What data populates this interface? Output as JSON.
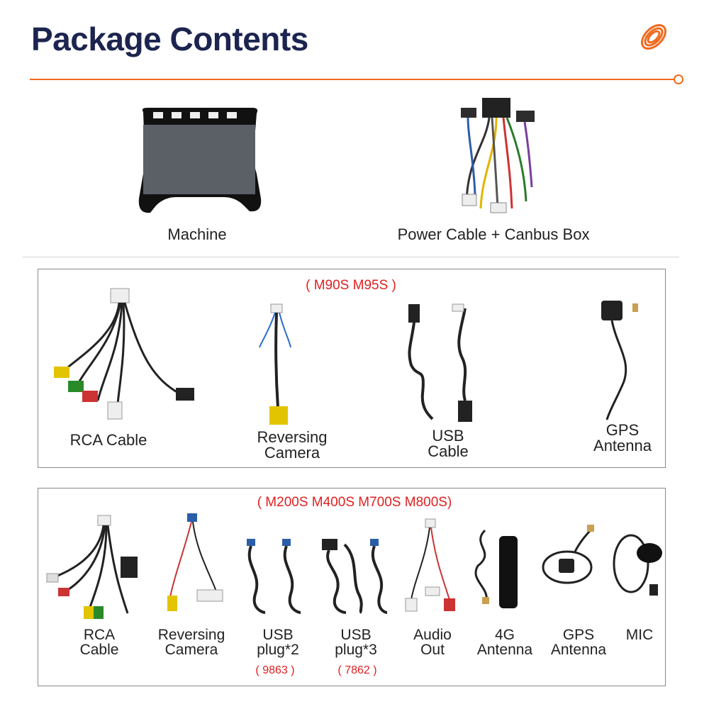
{
  "header": {
    "title": "Package Contents",
    "accent_color": "#f06a1e",
    "title_color": "#1c2450",
    "logo_icon": "orange-spiral-logo-icon"
  },
  "top_items": [
    {
      "label": "Machine",
      "icon": "car-radio-head-unit-image"
    },
    {
      "label": "Power Cable + Canbus Box",
      "icon": "wiring-harness-canbus-image"
    }
  ],
  "section_a": {
    "models": "( M90S M95S )",
    "items": [
      {
        "label": "RCA Cable",
        "icon": "rca-cable-image"
      },
      {
        "label": "Reversing\nCamera",
        "icon": "reversing-camera-cable-image"
      },
      {
        "label": "USB\nCable",
        "icon": "usb-cable-image"
      },
      {
        "label": "GPS\nAntenna",
        "icon": "gps-antenna-image"
      }
    ]
  },
  "section_b": {
    "models": "( M200S M400S M700S M800S)",
    "items": [
      {
        "label": "RCA\nCable",
        "icon": "rca-cable-image"
      },
      {
        "label": "Reversing\nCamera",
        "icon": "reversing-camera-cable-image"
      },
      {
        "label": "USB\nplug*2",
        "note": "( 9863 )",
        "icon": "usb-plug-2-image"
      },
      {
        "label": "USB\nplug*3",
        "note": "( 7862 )",
        "icon": "usb-plug-3-image"
      },
      {
        "label": "Audio\nOut",
        "icon": "audio-out-cable-image"
      },
      {
        "label": "4G\nAntenna",
        "icon": "4g-antenna-image"
      },
      {
        "label": "GPS\nAntenna",
        "icon": "gps-antenna-image"
      },
      {
        "label": "MIC",
        "icon": "microphone-image"
      }
    ]
  }
}
